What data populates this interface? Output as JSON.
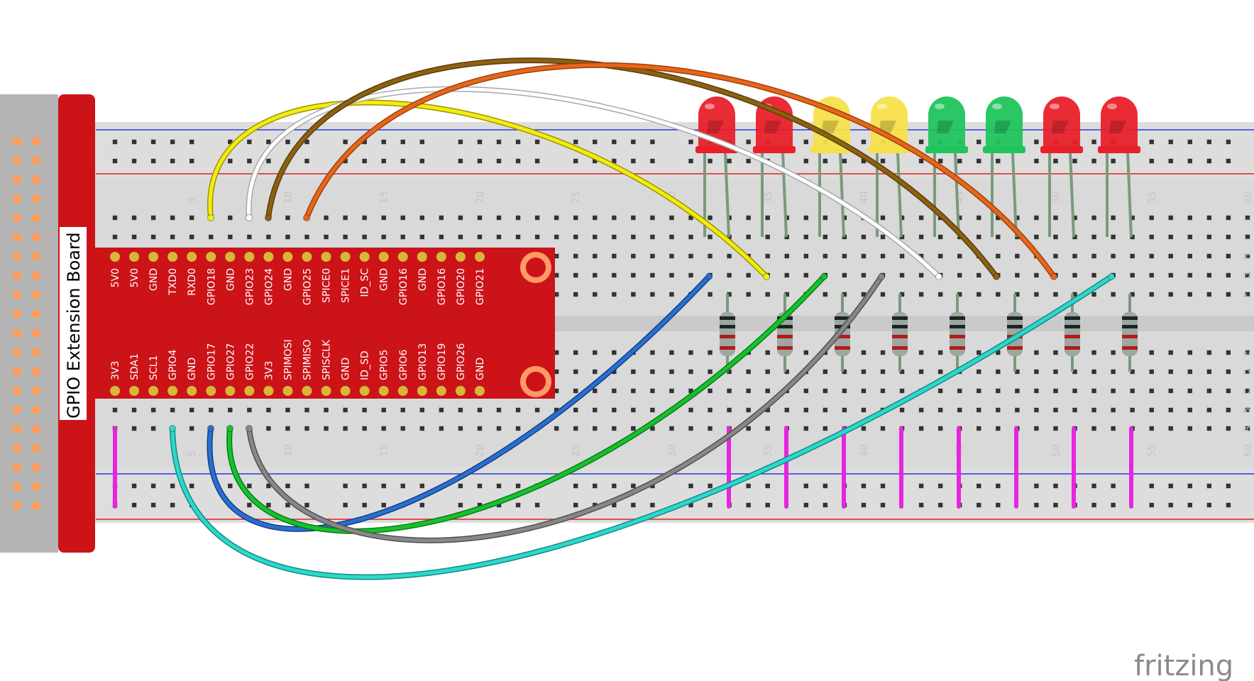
{
  "gpio_board": {
    "title": "GPIO Extension Board",
    "top_pins": [
      "5V0",
      "5V0",
      "GND",
      "TXD0",
      "RXD0",
      "GPIO18",
      "GND",
      "GPIO23",
      "GPIO24",
      "GND",
      "GPIO25",
      "SPICE0",
      "SPICE1",
      "ID_SC",
      "GND",
      "GPIO16",
      "GND",
      "GPIO16",
      "GPIO20",
      "GPIO21"
    ],
    "bottom_pins": [
      "3V3",
      "SDA1",
      "SCL1",
      "GPIO4",
      "GND",
      "GPIO17",
      "GPIO27",
      "GPIO22",
      "3V3",
      "SPIMOSI",
      "SPIMISO",
      "SPISCLK",
      "GND",
      "ID_SD",
      "GPIO5",
      "GPIO6",
      "GPIO13",
      "GPIO19",
      "GPIO26",
      "GND"
    ]
  },
  "breadboard": {
    "column_labels": [
      "5",
      "10",
      "15",
      "20",
      "25",
      "30",
      "35",
      "40",
      "45",
      "50",
      "55",
      "60"
    ],
    "row_labels_top": [
      "J",
      "I",
      "H",
      "G",
      "F"
    ],
    "row_labels_bottom": [
      "E",
      "D",
      "C",
      "B",
      "A"
    ]
  },
  "components": {
    "leds": [
      {
        "color": "red",
        "hex": "#e8202a"
      },
      {
        "color": "red",
        "hex": "#e8202a"
      },
      {
        "color": "yellow",
        "hex": "#f5e04a"
      },
      {
        "color": "yellow",
        "hex": "#f5e04a"
      },
      {
        "color": "green",
        "hex": "#1fc45c"
      },
      {
        "color": "green",
        "hex": "#1fc45c"
      },
      {
        "color": "red",
        "hex": "#e8202a"
      },
      {
        "color": "red",
        "hex": "#e8202a"
      }
    ],
    "resistor_count": 8
  },
  "wire_colors": {
    "yellow": "#f2ec12",
    "white": "#ffffff",
    "brown": "#8c6112",
    "orange": "#e8661a",
    "blue": "#2a6fd2",
    "green": "#16c22c",
    "gray": "#888888",
    "cyan": "#2cd8cc",
    "magenta": "#e824e0"
  },
  "brand": "fritzing"
}
